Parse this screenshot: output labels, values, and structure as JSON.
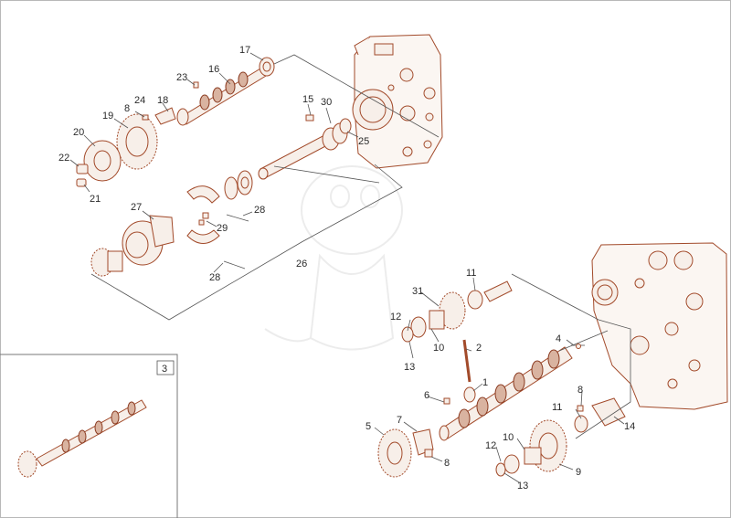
{
  "diagram": {
    "labels": {
      "l1": "1",
      "l2": "2",
      "l3": "3",
      "l4": "4",
      "l5": "5",
      "l6": "6",
      "l7": "7",
      "l8a": "8",
      "l8b": "8",
      "l8c": "8",
      "l9": "9",
      "l10a": "10",
      "l10b": "10",
      "l11a": "11",
      "l11b": "11",
      "l12a": "12",
      "l12b": "12",
      "l13a": "13",
      "l13b": "13",
      "l14": "14",
      "l15": "15",
      "l16": "16",
      "l17": "17",
      "l18": "18",
      "l19": "19",
      "l20": "20",
      "l21": "21",
      "l22": "22",
      "l23": "23",
      "l24": "24",
      "l25": "25",
      "l26": "26",
      "l27": "27",
      "l28a": "28",
      "l28b": "28",
      "l29": "29",
      "l30": "30",
      "l31": "31"
    }
  }
}
